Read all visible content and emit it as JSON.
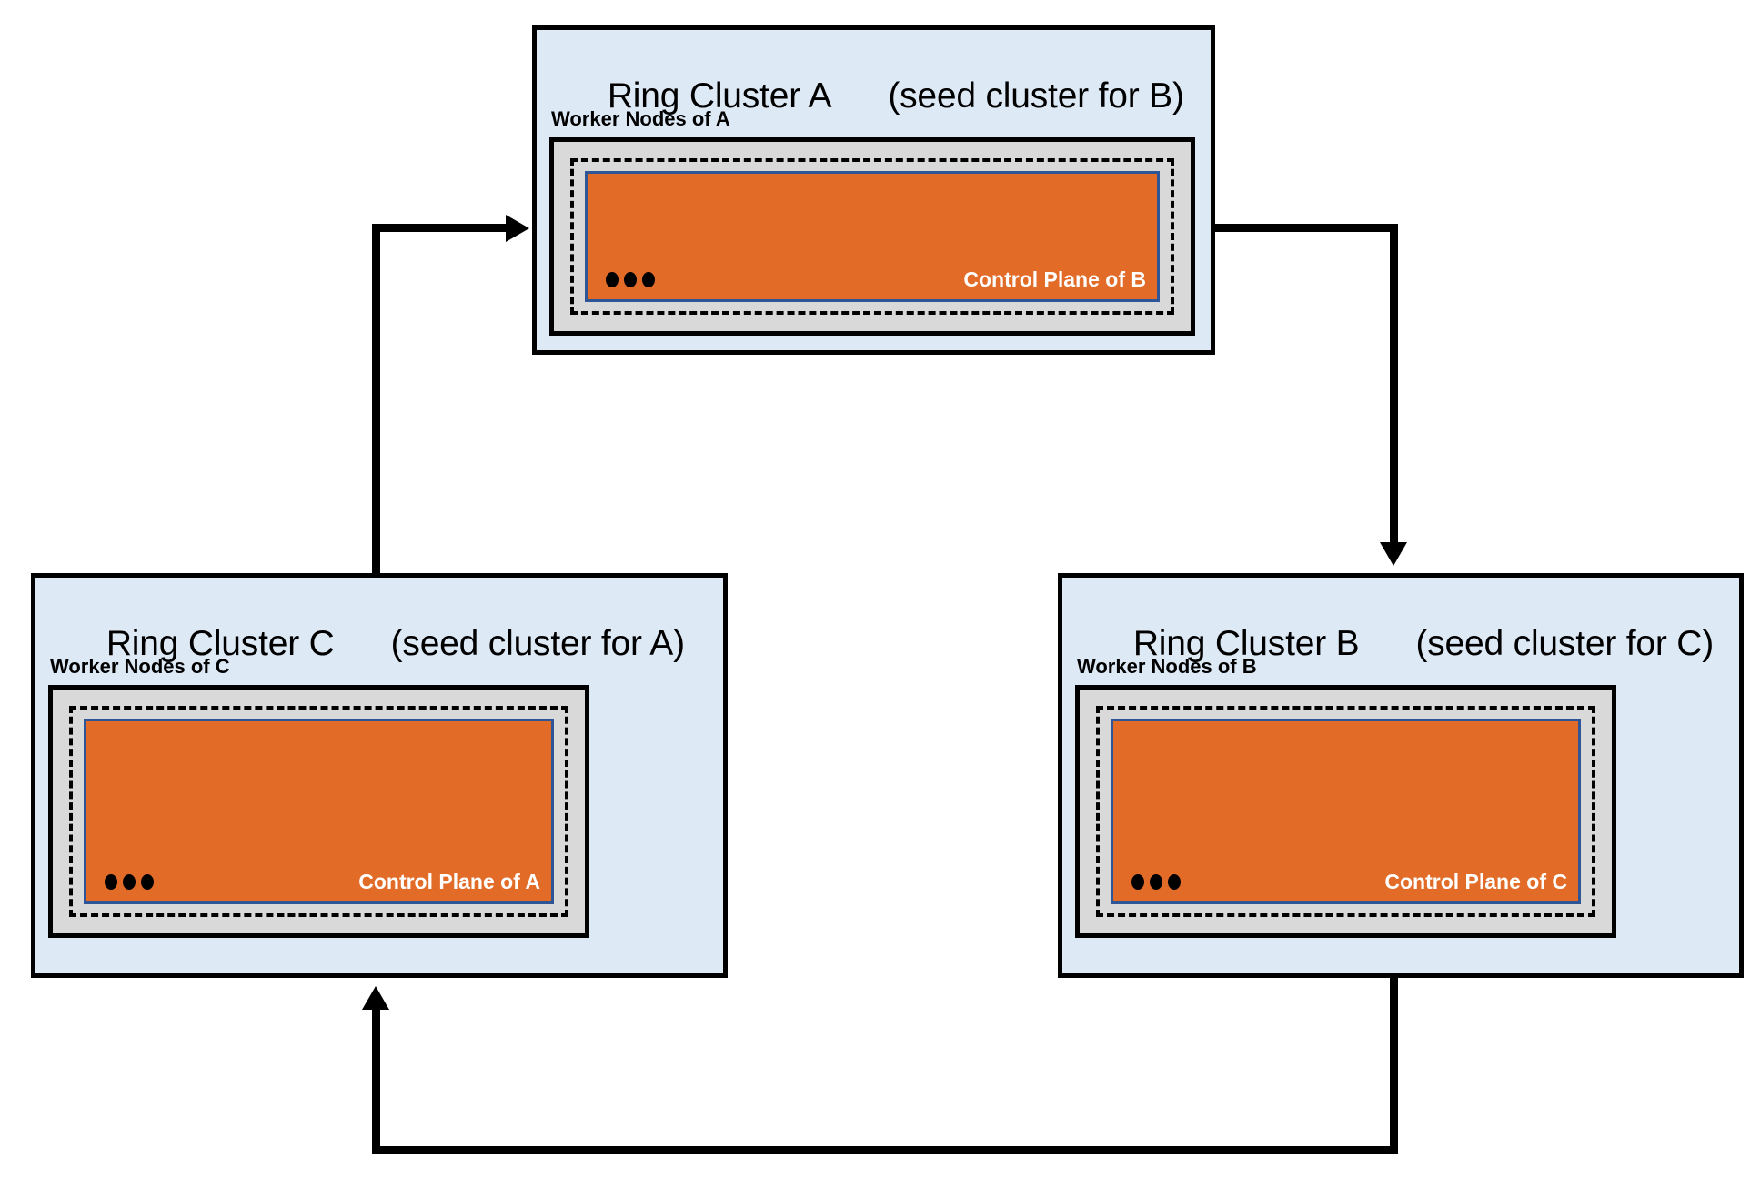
{
  "diagram": {
    "title_suffix_separator": "  ",
    "clusters": [
      {
        "id": "a",
        "name": "Ring Cluster A",
        "seed_note": "(seed cluster for B)",
        "worker_label": "Worker Nodes of A",
        "control_plane_label": "Control Plane of B",
        "ellipsis": "•••"
      },
      {
        "id": "c",
        "name": "Ring Cluster C",
        "seed_note": "(seed cluster for A)",
        "worker_label": "Worker Nodes of C",
        "control_plane_label": "Control Plane of A",
        "ellipsis": "•••"
      },
      {
        "id": "b",
        "name": "Ring Cluster B",
        "seed_note": "(seed cluster for C)",
        "worker_label": "Worker Nodes of B",
        "control_plane_label": "Control Plane of C",
        "ellipsis": "•••"
      }
    ],
    "connections": [
      {
        "from": "Ring Cluster C",
        "to": "Ring Cluster A"
      },
      {
        "from": "Ring Cluster A",
        "to": "Ring Cluster B"
      },
      {
        "from": "Ring Cluster B",
        "to": "Ring Cluster C"
      }
    ],
    "colors": {
      "cluster_background": "#DEE9F6",
      "worker_node_background": "#D9D9D9",
      "control_plane_fill": "#E26B28",
      "control_plane_border": "#2E5596",
      "outline": "#000000",
      "page_background": "#FFFFFF"
    }
  }
}
